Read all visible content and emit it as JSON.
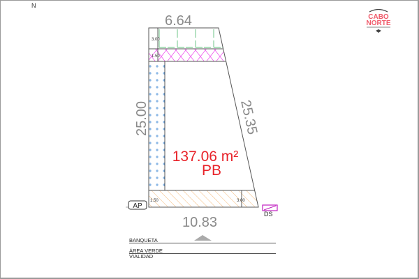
{
  "north_label": "N",
  "logo": {
    "line1": "CABO",
    "line2": "NORTE"
  },
  "dimensions": {
    "top": "6.64",
    "left": "25.00",
    "right": "25.35",
    "bottom": "10.83"
  },
  "setbacks": {
    "front_green": "3.00",
    "pink_band": "1.50",
    "rear_left": "1.50",
    "rear_right": "3.00"
  },
  "area": {
    "value": "137.06 m²",
    "level": "PB"
  },
  "markers": {
    "ap": "AP",
    "ds": "DS"
  },
  "street": {
    "banqueta": "BANQUETA",
    "area_verde": "ÁREA VERDE",
    "vialidad": "VIALIDAD"
  },
  "colors": {
    "area_text": "#e8232a",
    "green": "#5cbf7a",
    "pink": "#ee55ee",
    "blue": "#4a8fd8",
    "orange": "#f4b878",
    "dim_text": "#8a8a8a"
  }
}
